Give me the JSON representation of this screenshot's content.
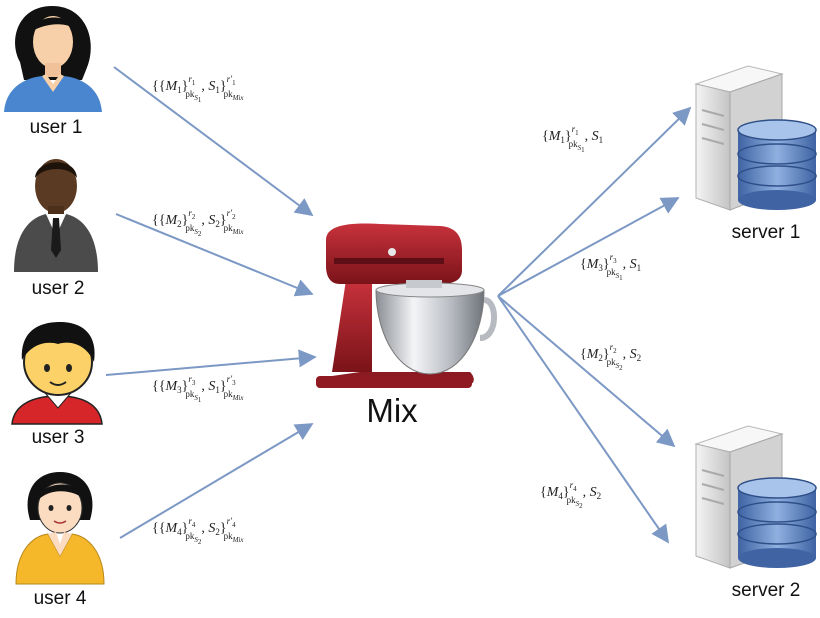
{
  "users": [
    {
      "label": "user 1",
      "icon": "woman-avatar-icon"
    },
    {
      "label": "user 2",
      "icon": "businessman-avatar-icon"
    },
    {
      "label": "user 3",
      "icon": "boy-avatar-icon"
    },
    {
      "label": "user 4",
      "icon": "woman-yellow-jacket-avatar-icon"
    }
  ],
  "mix": {
    "label": "Mix",
    "icon": "stand-mixer-icon"
  },
  "servers": [
    {
      "label": "server 1",
      "icon": "server-database-icon"
    },
    {
      "label": "server 2",
      "icon": "server-database-icon"
    }
  ],
  "incoming_messages": [
    {
      "m": "M",
      "m_idx": "1",
      "r": "r",
      "r_idx": "1",
      "pk": "pk",
      "s": "S",
      "s_idx": "1",
      "key_idx": "1",
      "s_sup": "r′",
      "s_sup_idx": "1",
      "mix_key": "Mix"
    },
    {
      "m": "M",
      "m_idx": "2",
      "r": "r",
      "r_idx": "2",
      "pk": "pk",
      "s": "S",
      "s_idx": "2",
      "key_idx": "2",
      "s_sup": "r′",
      "s_sup_idx": "2",
      "mix_key": "Mix"
    },
    {
      "m": "M",
      "m_idx": "3",
      "r": "r",
      "r_idx": "3",
      "pk": "pk",
      "s": "S",
      "s_idx": "1",
      "key_idx": "1",
      "s_sup": "r′",
      "s_sup_idx": "3",
      "mix_key": "Mix"
    },
    {
      "m": "M",
      "m_idx": "4",
      "r": "r",
      "r_idx": "4",
      "pk": "pk",
      "s": "S",
      "s_idx": "2",
      "key_idx": "2",
      "s_sup": "r′",
      "s_sup_idx": "4",
      "mix_key": "Mix"
    }
  ],
  "outgoing_messages": [
    {
      "m": "M",
      "m_idx": "1",
      "r": "r",
      "r_idx": "1",
      "pk": "pk",
      "s": "S",
      "s_idx": "1",
      "key_idx": "1"
    },
    {
      "m": "M",
      "m_idx": "3",
      "r": "r",
      "r_idx": "3",
      "pk": "pk",
      "s": "S",
      "s_idx": "1",
      "key_idx": "1"
    },
    {
      "m": "M",
      "m_idx": "2",
      "r": "r",
      "r_idx": "2",
      "pk": "pk",
      "s": "S",
      "s_idx": "2",
      "key_idx": "2"
    },
    {
      "m": "M",
      "m_idx": "4",
      "r": "r",
      "r_idx": "4",
      "pk": "pk",
      "s": "S",
      "s_idx": "2",
      "key_idx": "2"
    }
  ],
  "colors": {
    "arrow": "#7c98c4",
    "mixer": "#a3202a",
    "bowl": "#c9ccd1",
    "server": "#e6e6e6",
    "database": "#6b8fc5"
  }
}
